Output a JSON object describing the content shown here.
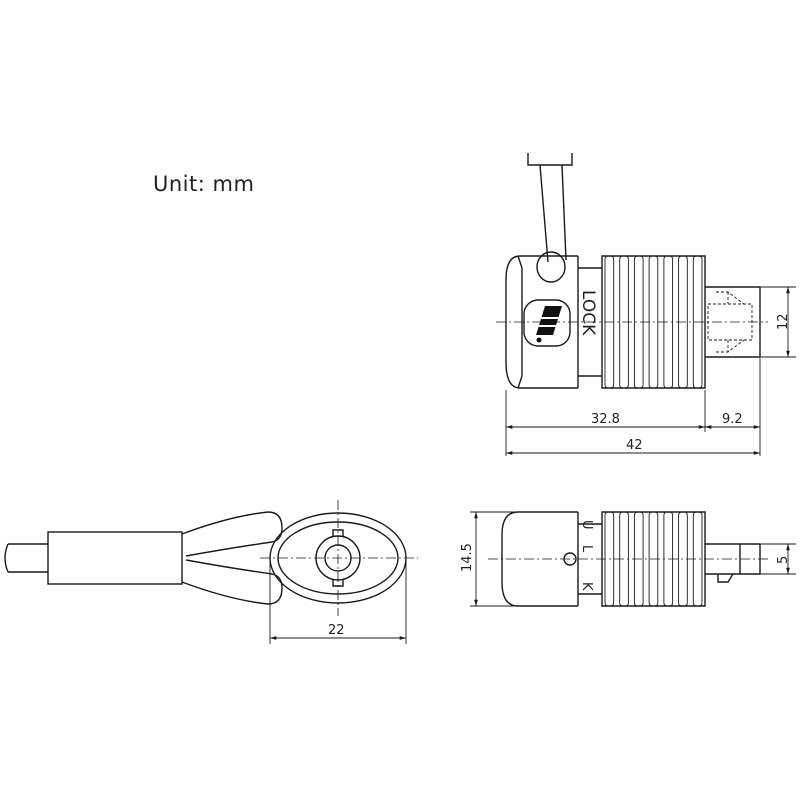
{
  "unit_label": "Unit:  mm",
  "top_view": {
    "lock_text": "LOCK",
    "dims": {
      "length_body": "32.8",
      "length_tip": "9.2",
      "length_total": "42",
      "height_tip": "12"
    }
  },
  "bottom_view": {
    "lock_letters": [
      "U",
      "L",
      "K"
    ],
    "dims": {
      "height_body": "14.5",
      "height_tip": "5"
    }
  },
  "cable_view": {
    "dims": {
      "width_head": "22"
    }
  }
}
